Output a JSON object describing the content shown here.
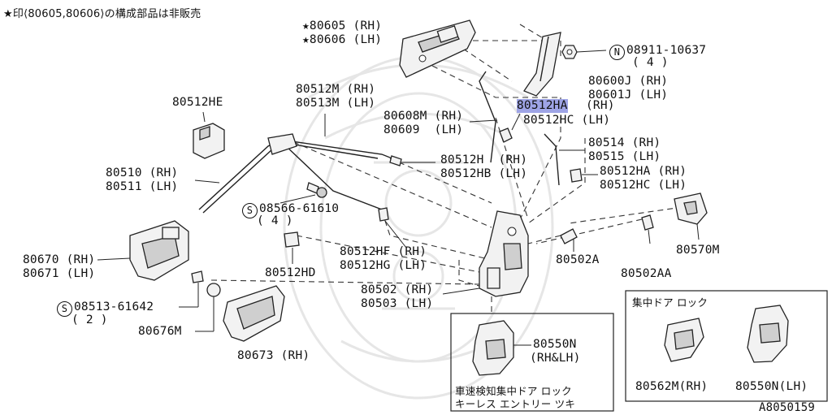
{
  "header_note": "★印⟨80605,80606⟩の構成部品は非販売",
  "figure_code": "A8050159",
  "labels": {
    "l80605": "★80605 (RH)",
    "l80606": "★80606 (LH)",
    "l08911": "08911-10637",
    "l08911q": "( 4 )",
    "l80600j": "80600J (RH)",
    "l80601j": "80601J (LH)",
    "l80512ha_a": "80512HA",
    "l80512ha_a_side": "(RH)",
    "l80512hc_a": "80512HC (LH)",
    "l80512he": "80512HE",
    "l80512m": "80512M (RH)",
    "l80513m": "80513M (LH)",
    "l80608m": "80608M (RH)",
    "l80609": "80609  (LH)",
    "l80514": "80514 (RH)",
    "l80515": "80515 (LH)",
    "l80512h": "80512H  (RH)",
    "l80512hb": "80512HB (LH)",
    "l80512ha_b": "80512HA (RH)",
    "l80512hc_b": "80512HC (LH)",
    "l80510": "80510 (RH)",
    "l80511": "80511 (LH)",
    "l08566": "08566-61610",
    "l08566q": "( 4 )",
    "l80512hf": "80512HF (RH)",
    "l80512hg": "80512HG (LH)",
    "l80512hd": "80512HD",
    "l80502a": "80502A",
    "l80570m": "80570M",
    "l80502aa": "80502AA",
    "l80670": "80670 (RH)",
    "l80671": "80671 (LH)",
    "l08513": "08513-61642",
    "l08513q": "( 2 )",
    "l80676m": "80676M",
    "l80673": "80673 (RH)",
    "l80502": "80502 (RH)",
    "l80503": "80503 (LH)",
    "l80550n_a": "80550N",
    "l80550n_a_side": "(RH&LH)",
    "box1_line1": "車速検知集中ドア ロック",
    "box1_line2": "キーレス エントリー ツキ",
    "box2_title": "集中ドア ロック",
    "l80562m": "80562M(RH)",
    "l80550n_b": "80550N(LH)"
  },
  "symbols": {
    "n_circle": "N",
    "s_circle": "S"
  },
  "colors": {
    "highlight": "#9ea4e6",
    "ink": "#111111",
    "watermark": "#e6e6e6"
  },
  "icons": [
    "door-handle-icon",
    "lock-actuator-icon",
    "latch-icon",
    "rod-icon",
    "bolt-icon",
    "clip-icon",
    "cable-icon",
    "watermark-emblem-icon"
  ]
}
